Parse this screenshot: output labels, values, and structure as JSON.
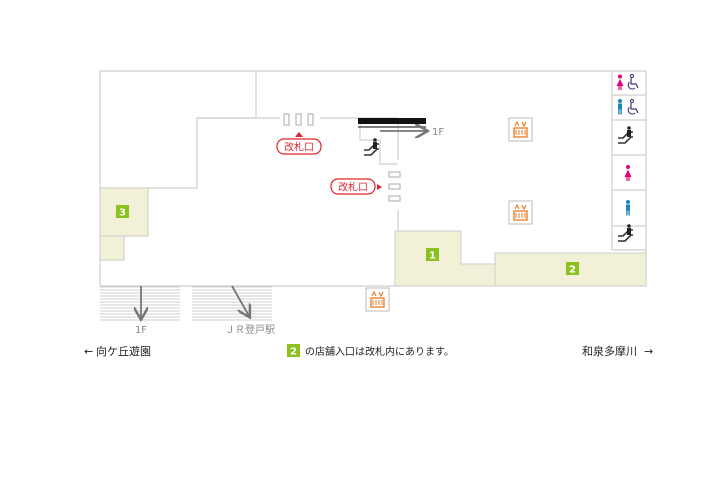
{
  "map": {
    "gates": [
      {
        "label": "改札口"
      },
      {
        "label": "改札口"
      }
    ],
    "stairs": [
      {
        "label": "1F"
      },
      {
        "label": "1F"
      },
      {
        "label": "ＪＲ登戸駅"
      }
    ],
    "shops": [
      {
        "number": "1"
      },
      {
        "number": "2"
      },
      {
        "number": "3"
      }
    ],
    "directions": {
      "left": {
        "arrow": "←",
        "label": "向ケ丘遊園"
      },
      "right": {
        "label": "和泉多摩川",
        "arrow": "→"
      }
    },
    "note": {
      "badge": "2",
      "text": "の店舗入口は改札内にあります。"
    },
    "icons": {
      "restroom_women_accessible": "restroom-women-accessible-icon",
      "restroom_men_accessible": "restroom-men-accessible-icon",
      "escalator": "escalator-icon",
      "restroom_women": "restroom-women-icon",
      "restroom_men": "restroom-men-icon",
      "elevator": "elevator-icon"
    },
    "colors": {
      "shop_fill": "#f2f0d6",
      "shop_badge": "#8cc21f",
      "gate_red": "#d9262e",
      "elevator_orange": "#e87a1e",
      "women_pink": "#e4007f",
      "men_teal": "#1e88b5",
      "wall_gray": "#cfcfcf",
      "text_gray": "#888888"
    }
  }
}
